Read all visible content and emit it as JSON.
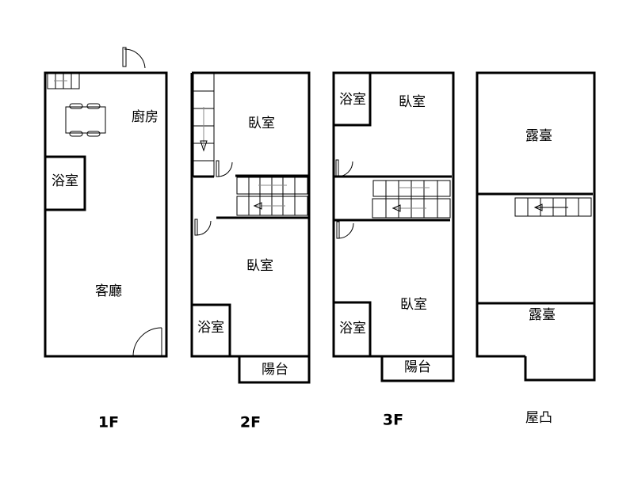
{
  "floors": [
    {
      "name": "1F",
      "rooms": [
        "廚房",
        "浴室",
        "客廳"
      ]
    },
    {
      "name": "2F",
      "rooms": [
        "臥室",
        "臥室",
        "浴室",
        "陽台"
      ]
    },
    {
      "name": "3F",
      "rooms": [
        "浴室",
        "臥室",
        "臥室",
        "浴室",
        "陽台"
      ]
    },
    {
      "name": "屋凸",
      "rooms": [
        "露臺",
        "露臺"
      ]
    }
  ]
}
